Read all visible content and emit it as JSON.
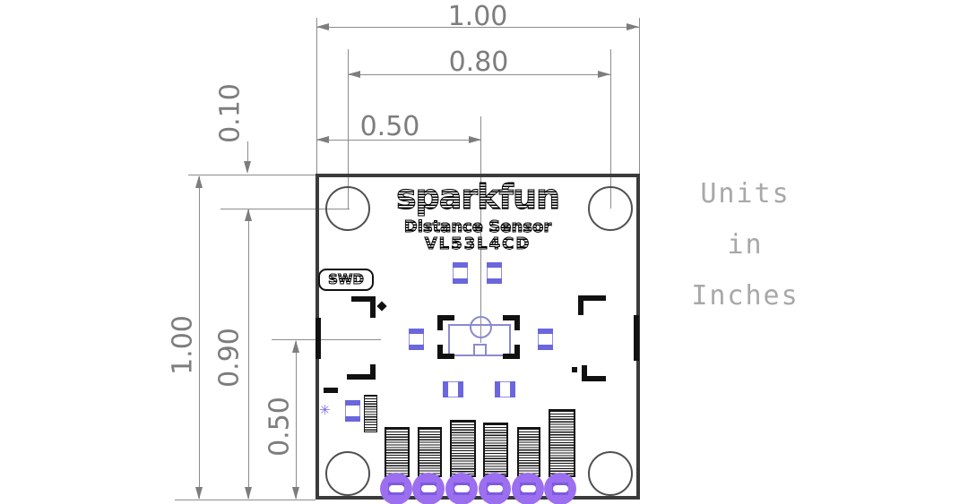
{
  "title_block": {
    "logo": "sparkfun",
    "product": "Distance Sensor",
    "model": "VL53L4CD"
  },
  "silkscreen": {
    "swd_label": "SWD",
    "polarity_star": "✳"
  },
  "dimensions": {
    "top_width": "1.00",
    "top_hole_span": "0.80",
    "top_center_offset": "0.50",
    "left_hole_offset": "0.10",
    "left_height": "1.00",
    "left_hole_span": "0.90",
    "left_center_offset": "0.50"
  },
  "note": {
    "line1": "Units",
    "line2": "in",
    "line3": "Inches"
  },
  "connector": {
    "pin_count": 6
  },
  "colors": {
    "board_outline": "#3b3b3b",
    "dimension_gray": "#7d7d7d",
    "note_gray": "#a8a8a8",
    "silkscreen_black": "#111111",
    "pad_purple": "#6a66dd",
    "pad_outline_purple": "#8f8fe6",
    "through_hole_purple": "#9c6ef0",
    "sensor_outline_purple": "#8a8ad0"
  }
}
